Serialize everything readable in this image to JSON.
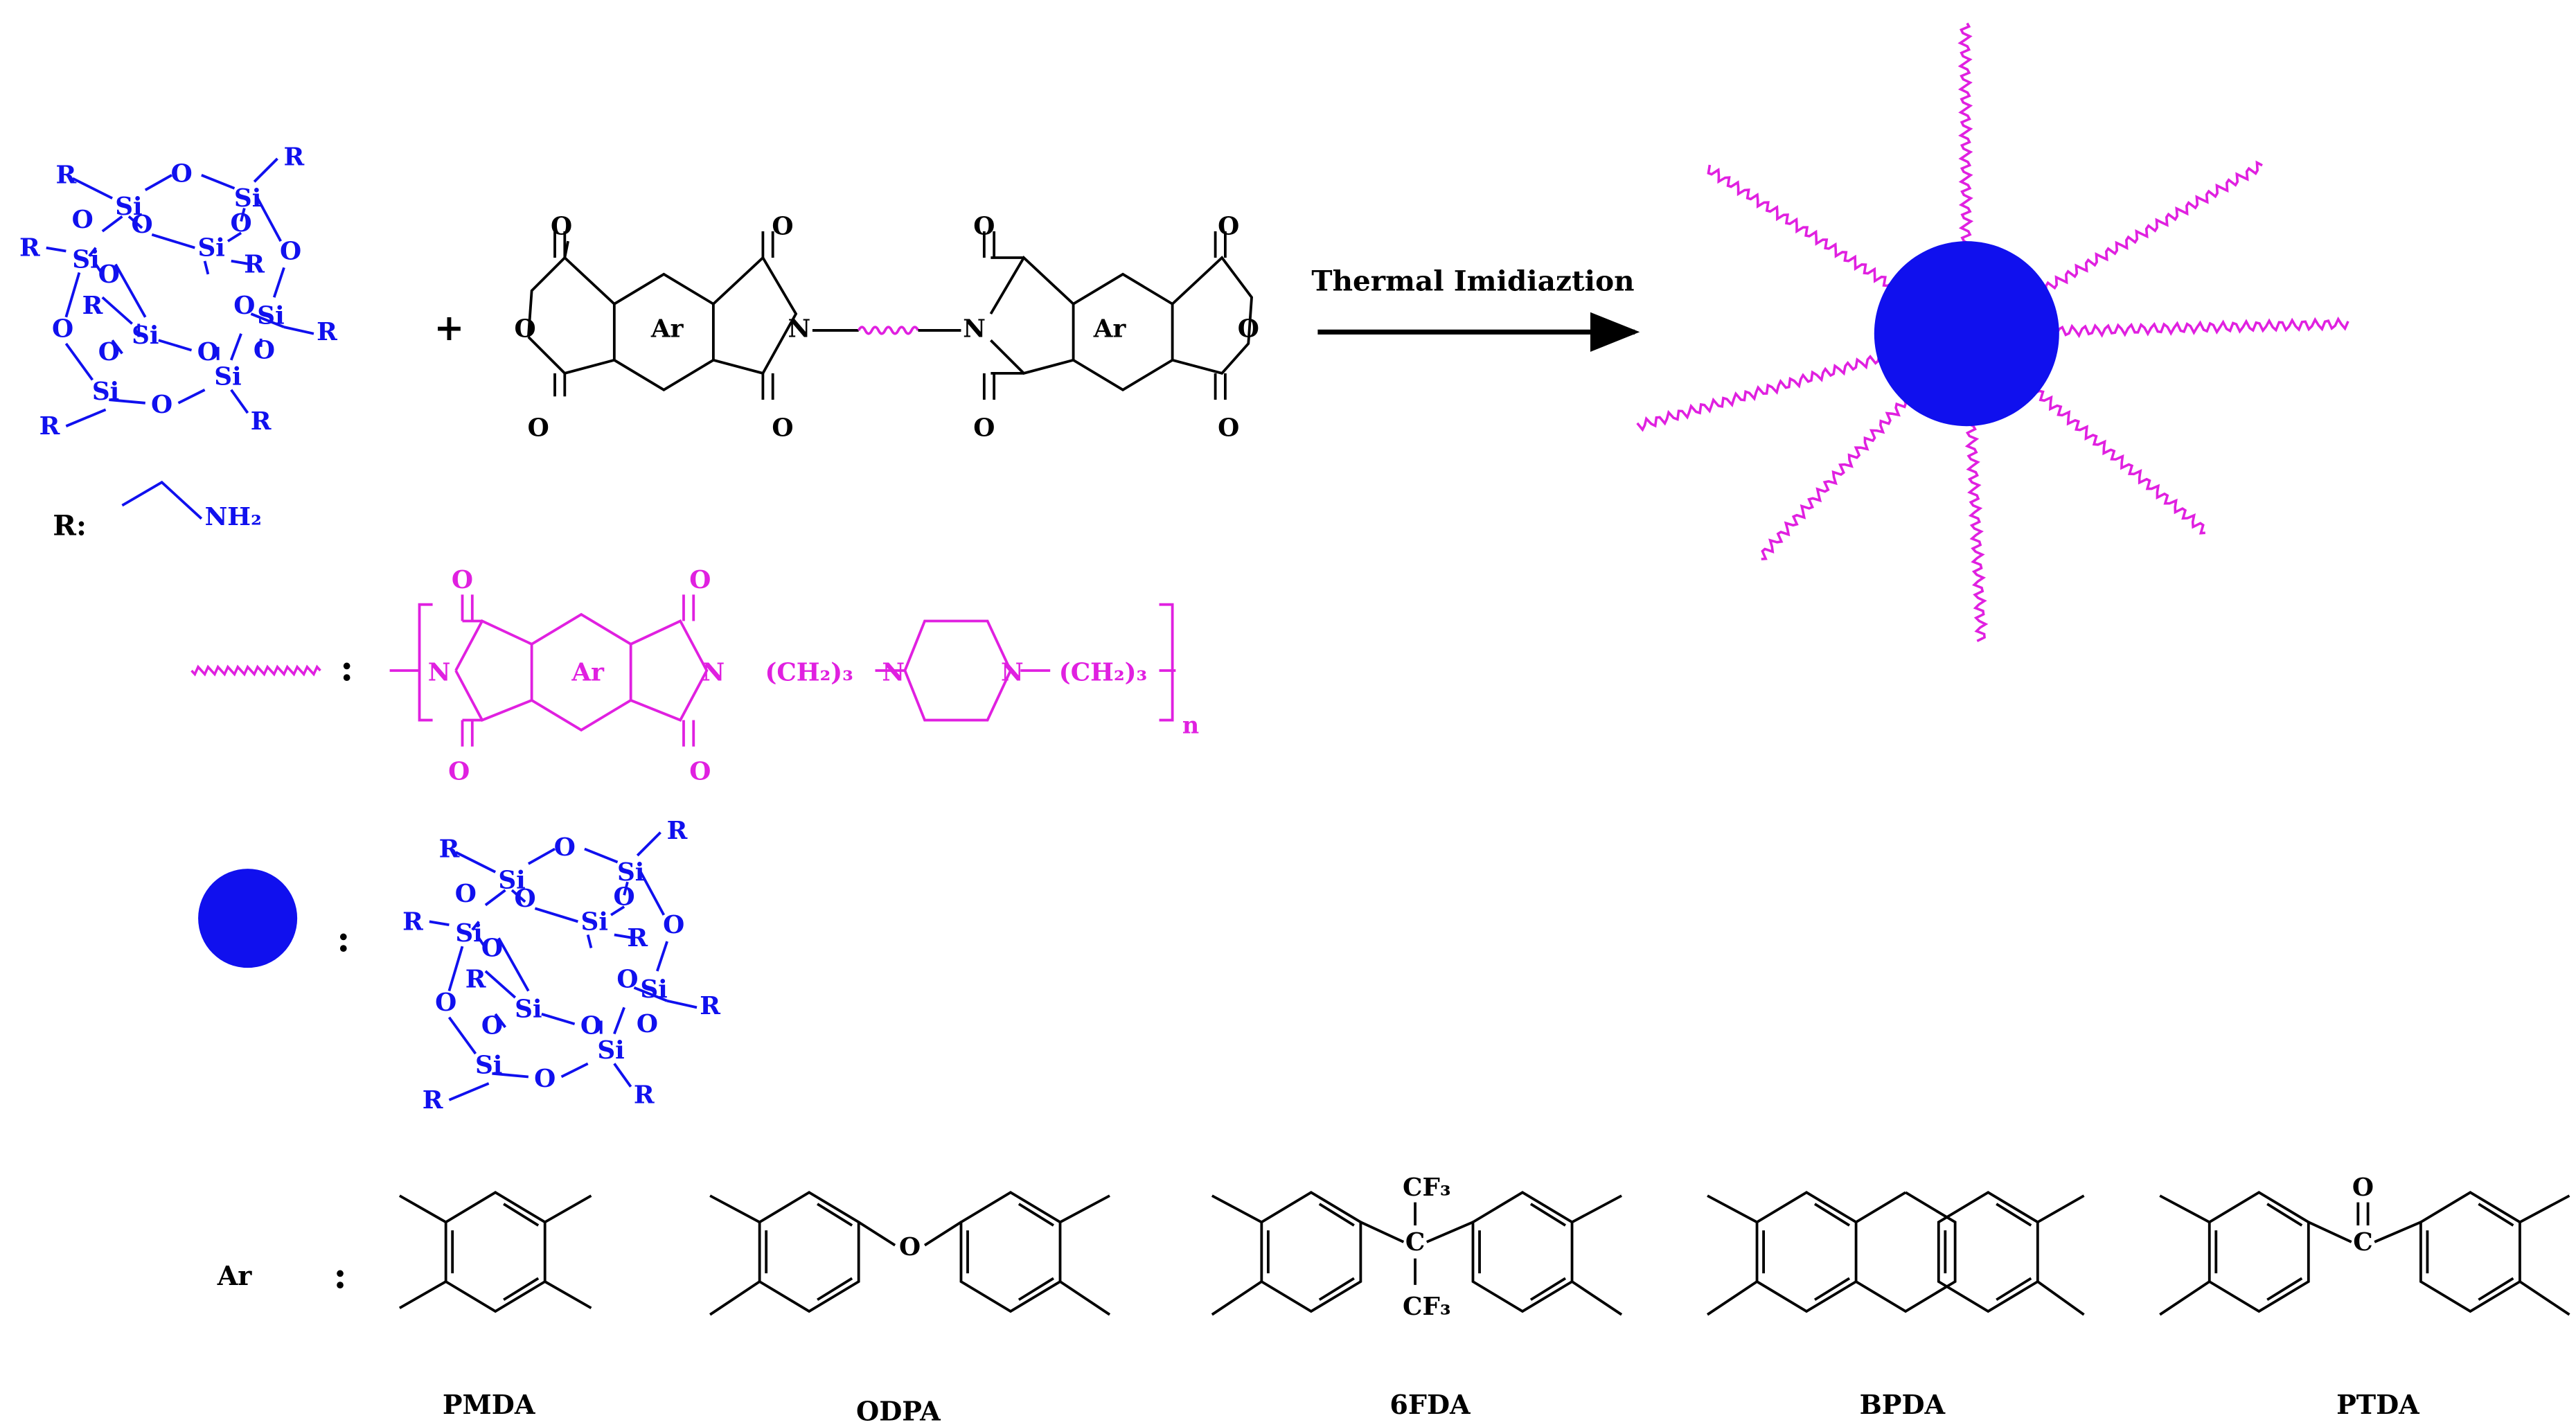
{
  "colors": {
    "poss": "#1010ee",
    "polymer": "#e020e0",
    "black": "#000000"
  },
  "atoms": {
    "si": "Si",
    "o": "O",
    "r": "R",
    "n": "N",
    "c": "C",
    "ar": "Ar"
  },
  "labels": {
    "r_def": "R:",
    "nh2": "NH₂",
    "plus": "+",
    "arrow": "Thermal Imidiaztion",
    "colon": ":",
    "ch2_3": "(CH₂)₃",
    "sub_n": "n",
    "cf3": "CF₃",
    "ar_def": "Ar"
  },
  "dianhydrides": [
    "PMDA",
    "ODPA",
    "6FDA",
    "BPDA",
    "PTDA"
  ]
}
